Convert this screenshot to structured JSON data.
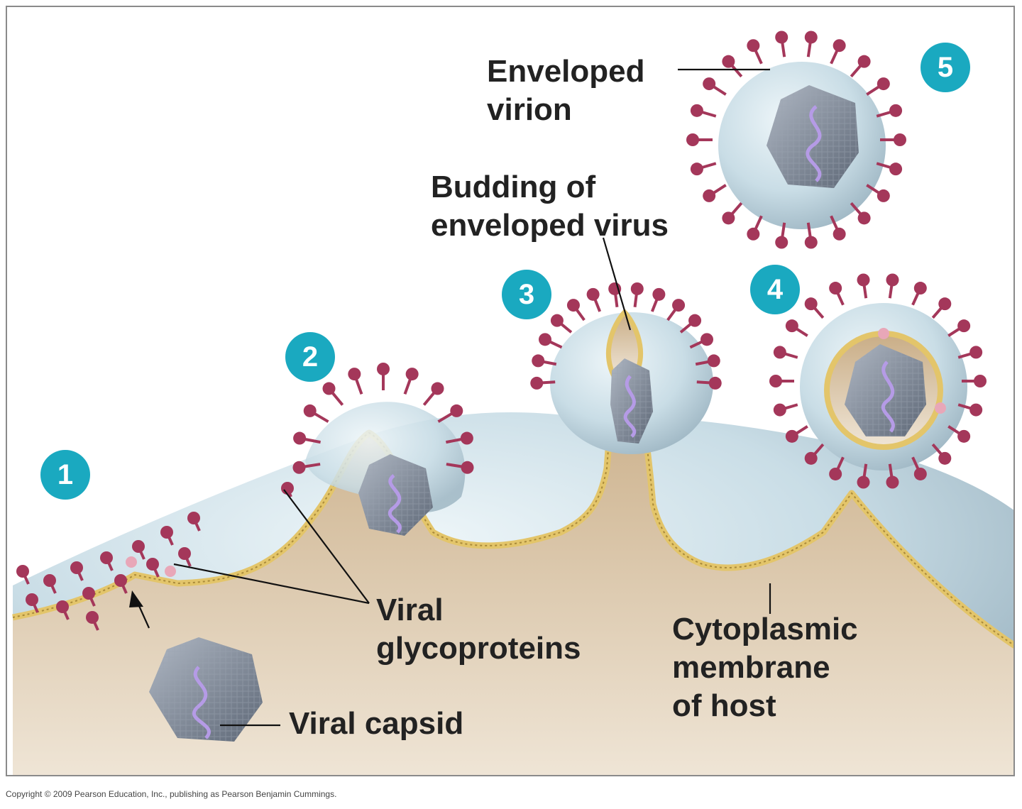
{
  "colors": {
    "badge": "#1aa9c0",
    "envelope": "#c9dde6",
    "cytoplasm": "#dccdb4",
    "membrane": "#e3c56a",
    "spike": "#a4375a",
    "capsid": "#7d8796",
    "nucleic_acid": "#b59be6"
  },
  "steps": [
    "1",
    "2",
    "3",
    "4",
    "5"
  ],
  "labels": {
    "enveloped_virion": [
      "Enveloped",
      "virion"
    ],
    "budding": [
      "Budding of",
      "enveloped virus"
    ],
    "viral_glycoproteins": [
      "Viral",
      "glycoproteins"
    ],
    "viral_capsid": "Viral capsid",
    "cytoplasmic_membrane": [
      "Cytoplasmic",
      "membrane",
      "of host"
    ]
  },
  "copyright": "Copyright © 2009 Pearson Education, Inc., publishing as Pearson Benjamin Cummings."
}
